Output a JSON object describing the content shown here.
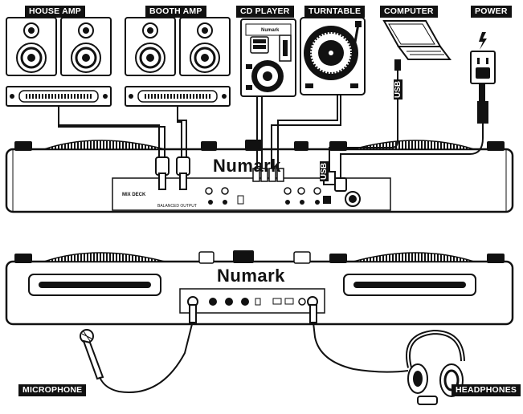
{
  "labels": {
    "house_amp": "HOUSE AMP",
    "booth_amp": "BOOTH AMP",
    "cd_player": "CD PLAYER",
    "turntable": "TURNTABLE",
    "computer": "COMPUTER",
    "power": "POWER",
    "microphone": "MICROPHONE",
    "headphones": "HEADPHONES"
  },
  "brand": {
    "top": "Numark",
    "bottom": "Numark",
    "cd_player": "Numark"
  },
  "usb_labels": {
    "cable": "USB",
    "mixer": "USB"
  },
  "panel_text": {
    "mix_deck": "MIX DECK",
    "balanced_output": "BALANCED OUTPUT"
  },
  "colors": {
    "ink": "#111111",
    "paper": "#ffffff",
    "gray": "#d9d9d9"
  }
}
